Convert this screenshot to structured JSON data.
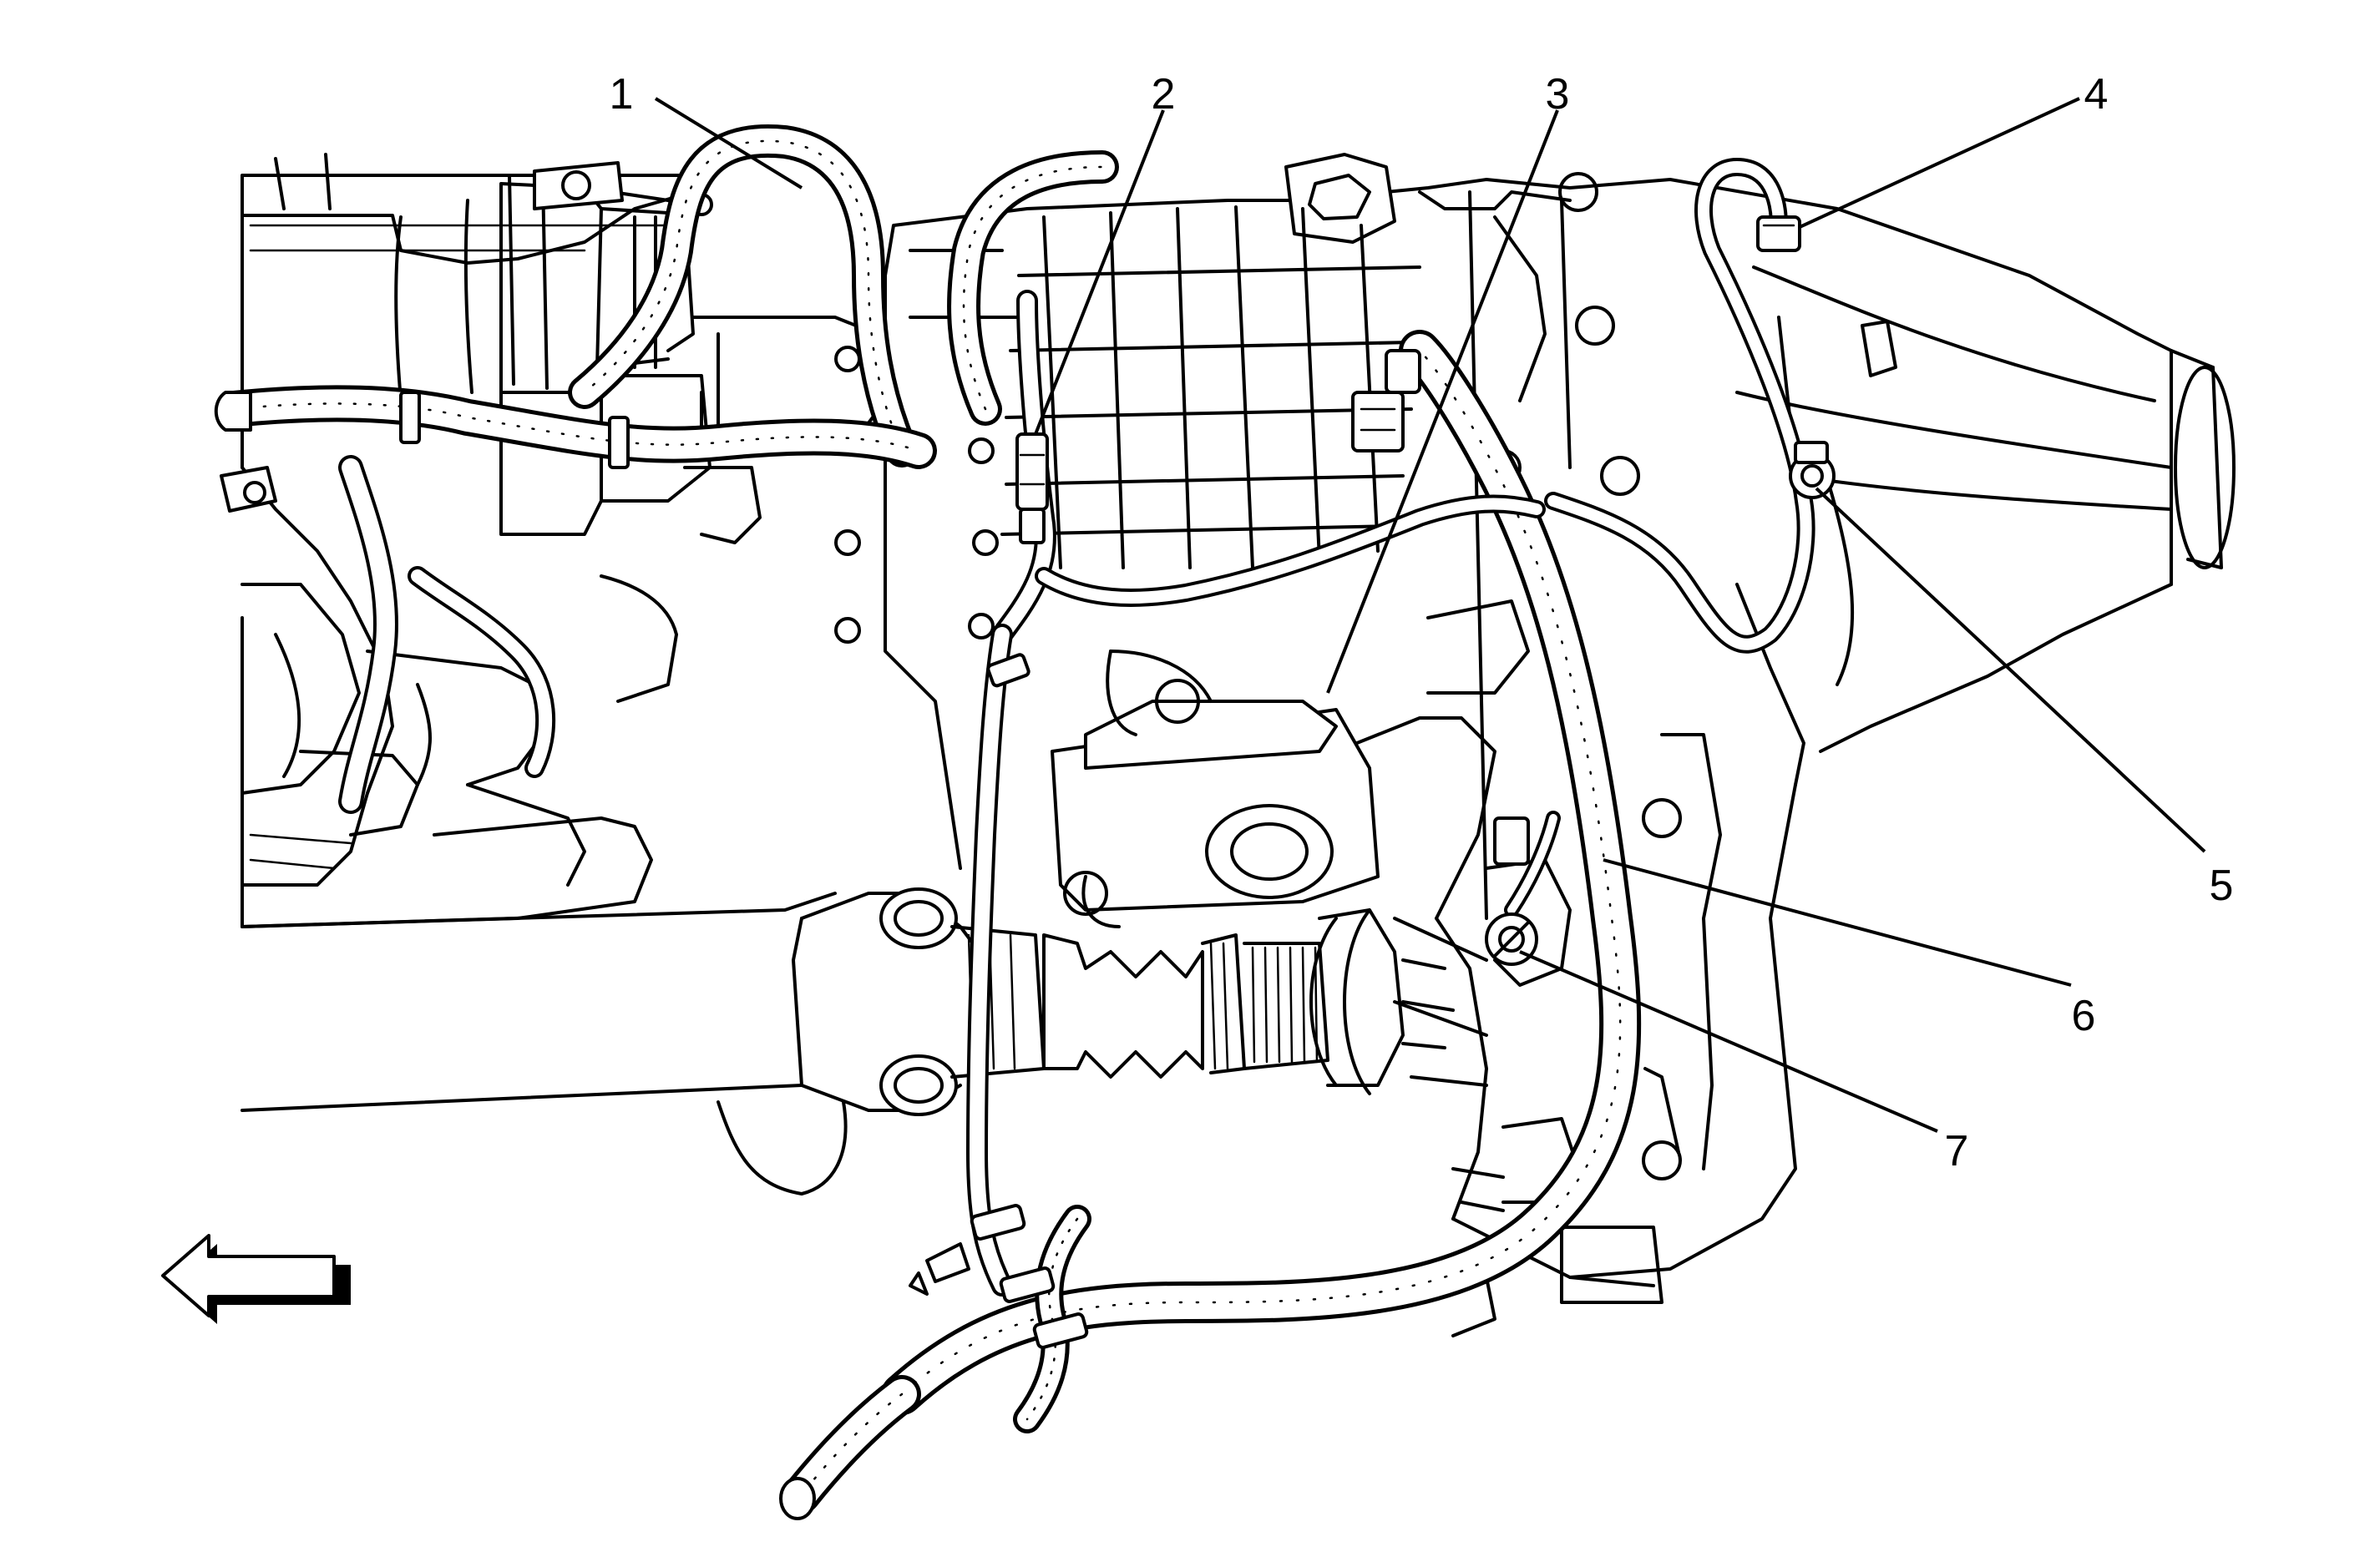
{
  "callouts": [
    {
      "id": "1",
      "label": "1"
    },
    {
      "id": "2",
      "label": "2"
    },
    {
      "id": "3",
      "label": "3"
    },
    {
      "id": "4",
      "label": "4"
    },
    {
      "id": "5",
      "label": "5"
    },
    {
      "id": "6",
      "label": "6"
    },
    {
      "id": "7",
      "label": "7"
    }
  ],
  "icons": {
    "direction_arrow": "left-arrow-icon"
  }
}
